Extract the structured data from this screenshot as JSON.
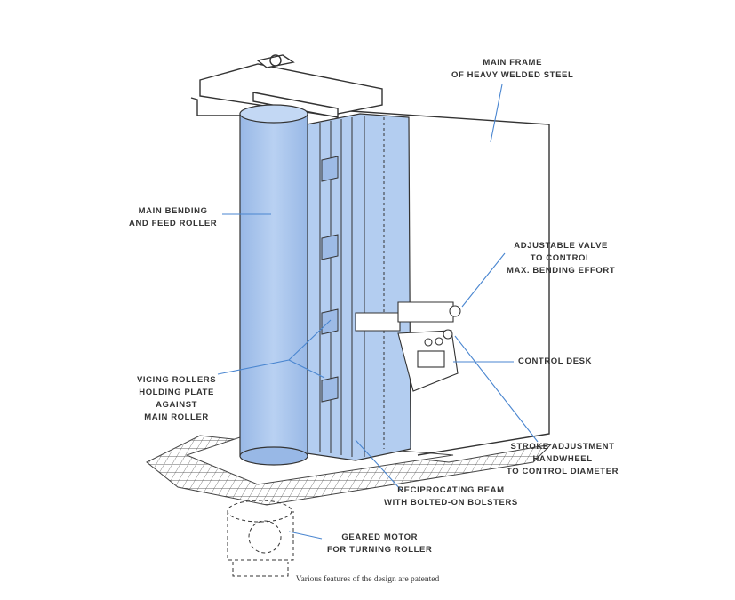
{
  "labels": {
    "main_frame": [
      "MAIN FRAME",
      "OF HEAVY WELDED STEEL"
    ],
    "main_roller": [
      "MAIN BENDING",
      "AND FEED ROLLER"
    ],
    "valve": [
      "ADJUSTABLE VALVE",
      "TO CONTROL",
      "MAX. BENDING EFFORT"
    ],
    "control_desk": [
      "CONTROL DESK"
    ],
    "vicing": [
      "VICING ROLLERS",
      "HOLDING PLATE",
      "AGAINST",
      "MAIN ROLLER"
    ],
    "stroke": [
      "STROKE ADJUSTMENT",
      "HANDWHEEL",
      "TO CONTROL DIAMETER"
    ],
    "beam": [
      "RECIPROCATING BEAM",
      "WITH BOLTED-ON BOLSTERS"
    ],
    "motor": [
      "GEARED MOTOR",
      "FOR TURNING ROLLER"
    ]
  },
  "caption": "Various features of the design are patented",
  "colors": {
    "roller_blue": "#a9c6ec",
    "beam_blue": "#b3cdf0",
    "leader_blue": "#4a86d0",
    "ink": "#333333"
  }
}
